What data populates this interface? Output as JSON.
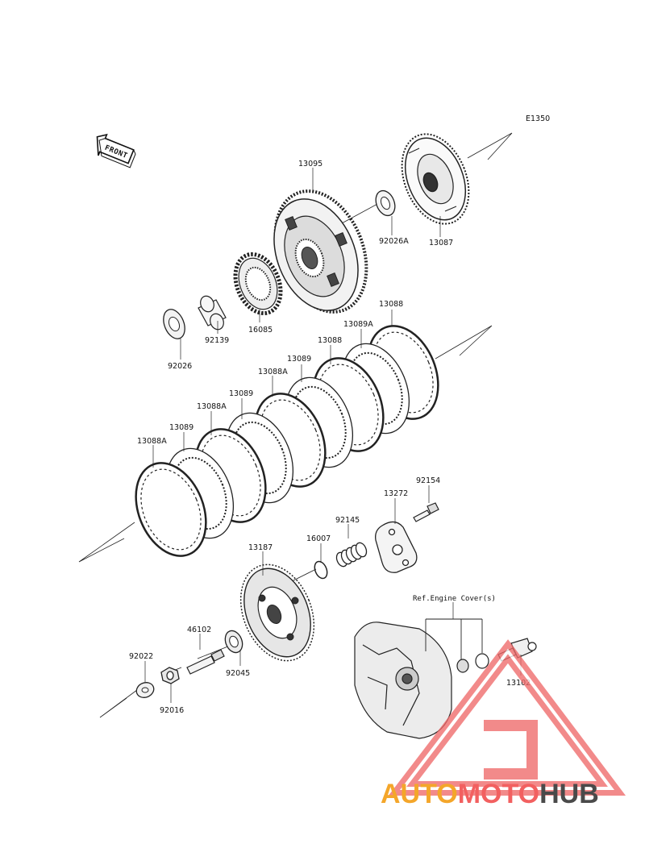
{
  "diagram": {
    "code": "E1350",
    "front_label": "FRONT",
    "reference_note": "Ref.Engine Cover(s)",
    "part_labels": {
      "p13095": "13095",
      "p92026A": "92026A",
      "p13087": "13087",
      "p92139": "92139",
      "p16085": "16085",
      "p92026": "92026",
      "p13088_top": "13088",
      "p13089A": "13089A",
      "p13088_mid": "13088",
      "p13089_a": "13089",
      "p13088A_a": "13088A",
      "p13089_b": "13089",
      "p13088A_b": "13088A",
      "p13089_c": "13089",
      "p13088A_c": "13088A",
      "p92154": "92154",
      "p13272": "13272",
      "p92145": "92145",
      "p16007": "16007",
      "p13187": "13187",
      "p46102": "46102",
      "p92045": "92045",
      "p92022": "92022",
      "p92016": "92016",
      "p13102": "13102"
    }
  },
  "watermark": {
    "part1": "AUTO",
    "part2": "MOTO",
    "part3": "HUB",
    "colors": {
      "auto": "#f4a62a",
      "moto": "#f26060",
      "hub": "#4a4a4a",
      "logo": "#ef6a6a"
    }
  }
}
